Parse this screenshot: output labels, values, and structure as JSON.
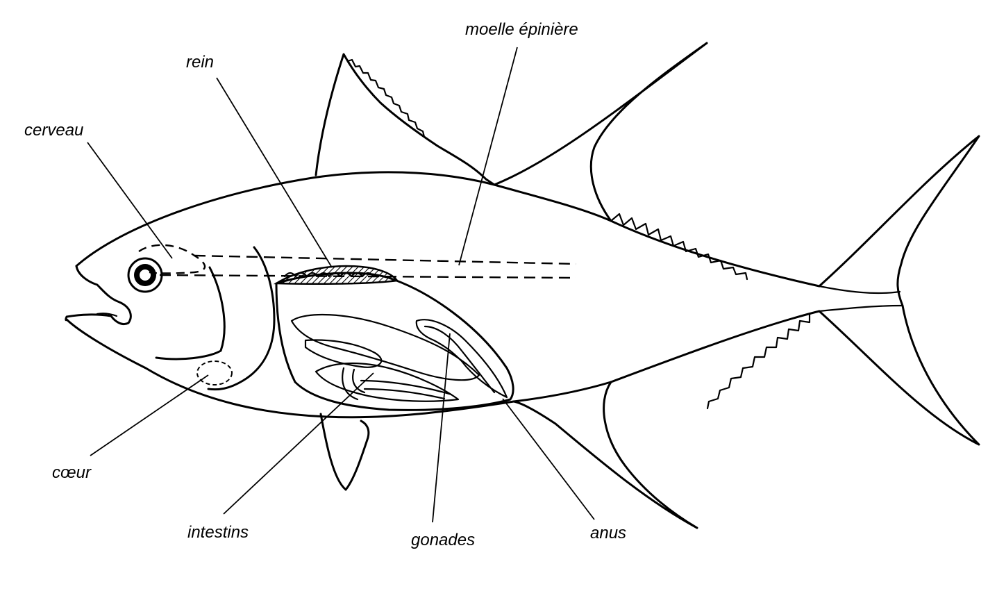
{
  "labels": {
    "moelle": "moelle épinière",
    "rein": "rein",
    "cerveau": "cerveau",
    "coeur": "cœur",
    "intestins": "intestins",
    "gonades": "gonades",
    "anus": "anus"
  },
  "colors": {
    "stroke": "#000000",
    "background": "#ffffff"
  }
}
